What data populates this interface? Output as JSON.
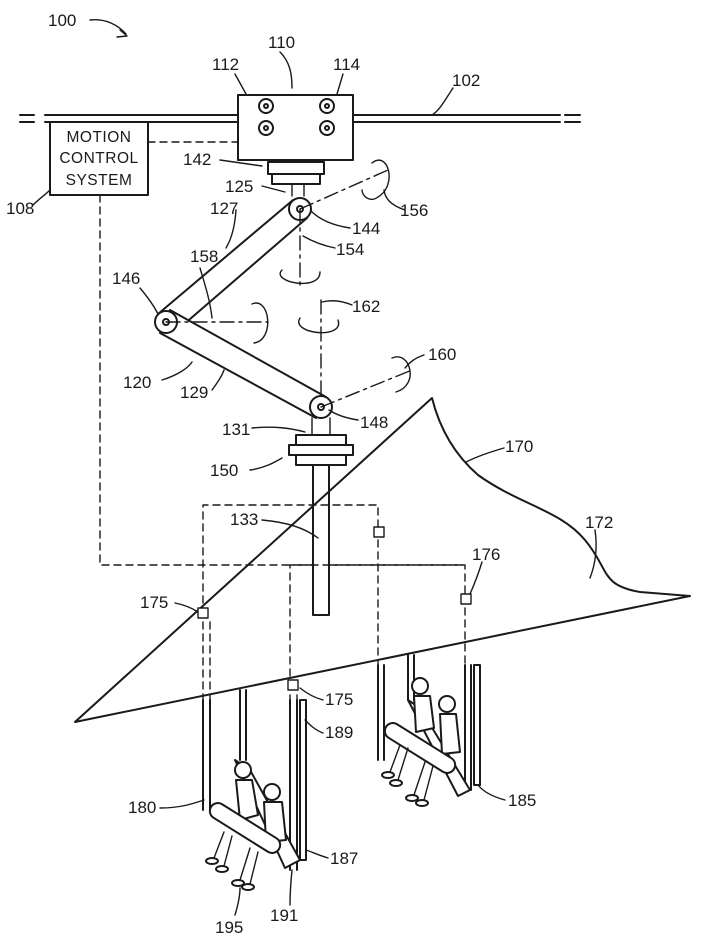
{
  "labels": {
    "fig_100": "100",
    "rail_102": "102",
    "motion_control_system_108": "108",
    "carriage_110": "110",
    "wheel_112": "112",
    "wheel_114": "114",
    "robot_arm_120": "120",
    "link_125": "125",
    "link_127": "127",
    "link_129": "129",
    "link_131": "131",
    "link_133": "133",
    "joint_142": "142",
    "joint_144": "144",
    "joint_146": "146",
    "joint_148": "148",
    "coupler_150": "150",
    "axis_154": "154",
    "axis_156": "156",
    "axis_158": "158",
    "axis_160": "160",
    "axis_162": "162",
    "screen_170": "170",
    "screen_172": "172",
    "sensor_175a": "175",
    "sensor_175b": "175",
    "sensor_176": "176",
    "vehicle_180": "180",
    "vehicle_185": "185",
    "seat_187": "187",
    "frame_189": "189",
    "restraint_191": "191",
    "rider_195": "195"
  },
  "motion_control_box": {
    "line1": "MOTION",
    "line2": "CONTROL",
    "line3": "SYSTEM"
  }
}
